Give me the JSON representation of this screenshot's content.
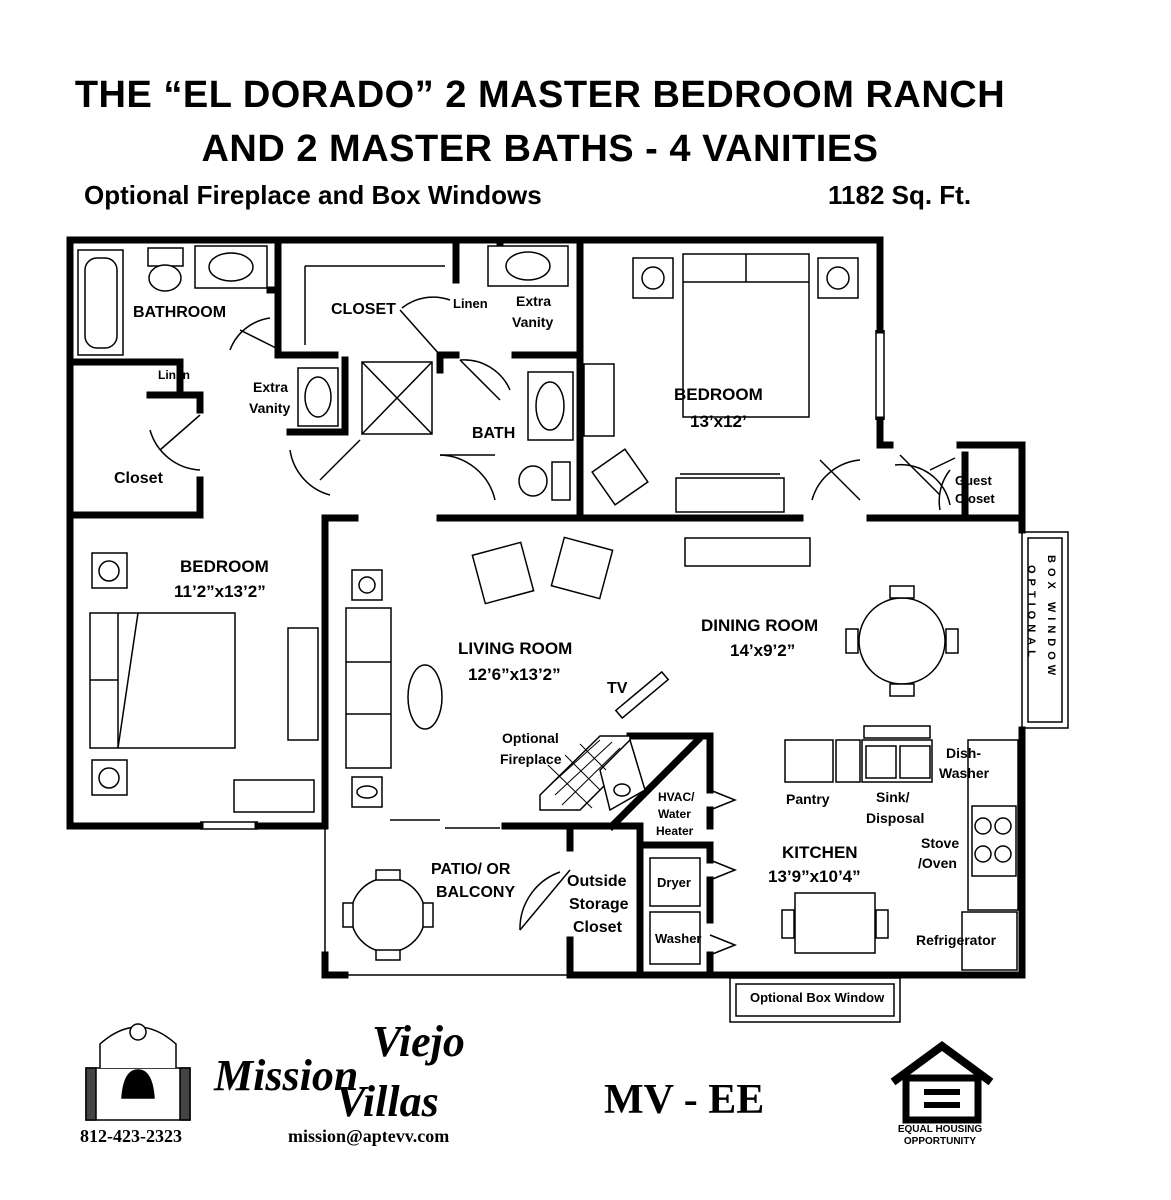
{
  "header": {
    "title_line1": "THE “EL DORADO” 2 MASTER BEDROOM RANCH",
    "title_line2": "AND 2 MASTER BATHS - 4 VANITIES",
    "subtitle": "Optional Fireplace and Box Windows",
    "area": "1182 Sq. Ft."
  },
  "rooms": {
    "bathroom": "BATHROOM",
    "linen_left": "Linen",
    "closet_top": "CLOSET",
    "linen_top": "Linen",
    "extra_vanity_top_1": "Extra",
    "extra_vanity_top_2": "Vanity",
    "extra_vanity_left_1": "Extra",
    "extra_vanity_left_2": "Vanity",
    "bath": "BATH",
    "bedroom1_name": "BEDROOM",
    "bedroom1_size": "13’x12’",
    "guest_closet_1": "Guest",
    "guest_closet_2": "Closet",
    "closet_left": "Closet",
    "bedroom2_name": "BEDROOM",
    "bedroom2_size": "11’2”x13’2”",
    "living_name": "LIVING ROOM",
    "living_size": "12’6”x13’2”",
    "dining_name": "DINING ROOM",
    "dining_size": "14’x9’2”",
    "tv": "TV",
    "fireplace_1": "Optional",
    "fireplace_2": "Fireplace",
    "box_window_side_1": "OPTIONAL",
    "box_window_side_2": "BOX WINDOW",
    "pantry": "Pantry",
    "sink_1": "Sink/",
    "sink_2": "Disposal",
    "dishwasher_1": "Dish-",
    "dishwasher_2": "Washer",
    "stove_1": "Stove",
    "stove_2": "/Oven",
    "hvac_1": "HVAC/",
    "hvac_2": "Water",
    "hvac_3": "Heater",
    "kitchen_name": "KITCHEN",
    "kitchen_size": "13’9”x10’4”",
    "dryer": "Dryer",
    "washer": "Washer",
    "refrigerator": "Refrigerator",
    "patio_1": "PATIO/ OR",
    "patio_2": "BALCONY",
    "storage_1": "Outside",
    "storage_2": "Storage",
    "storage_3": "Closet",
    "box_window_bottom": "Optional Box Window"
  },
  "footer": {
    "brand_word1": "Mission",
    "brand_word2": "Viejo",
    "brand_word3": "Villas",
    "phone": "812-423-2323",
    "email": "mission@aptevv.com",
    "code": "MV - EE",
    "eho_line1": "EQUAL HOUSING",
    "eho_line2": "OPPORTUNITY"
  }
}
